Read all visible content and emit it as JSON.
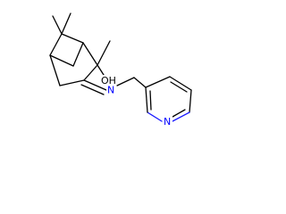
{
  "molecule": {
    "atom_labels": {
      "hydroxyl": "OH",
      "imine_nitrogen": "N",
      "pyridine_nitrogen": "N"
    },
    "colors": {
      "bond": "#000000",
      "hydroxyl": "#000000",
      "nitrogen": "#0000ff"
    }
  }
}
